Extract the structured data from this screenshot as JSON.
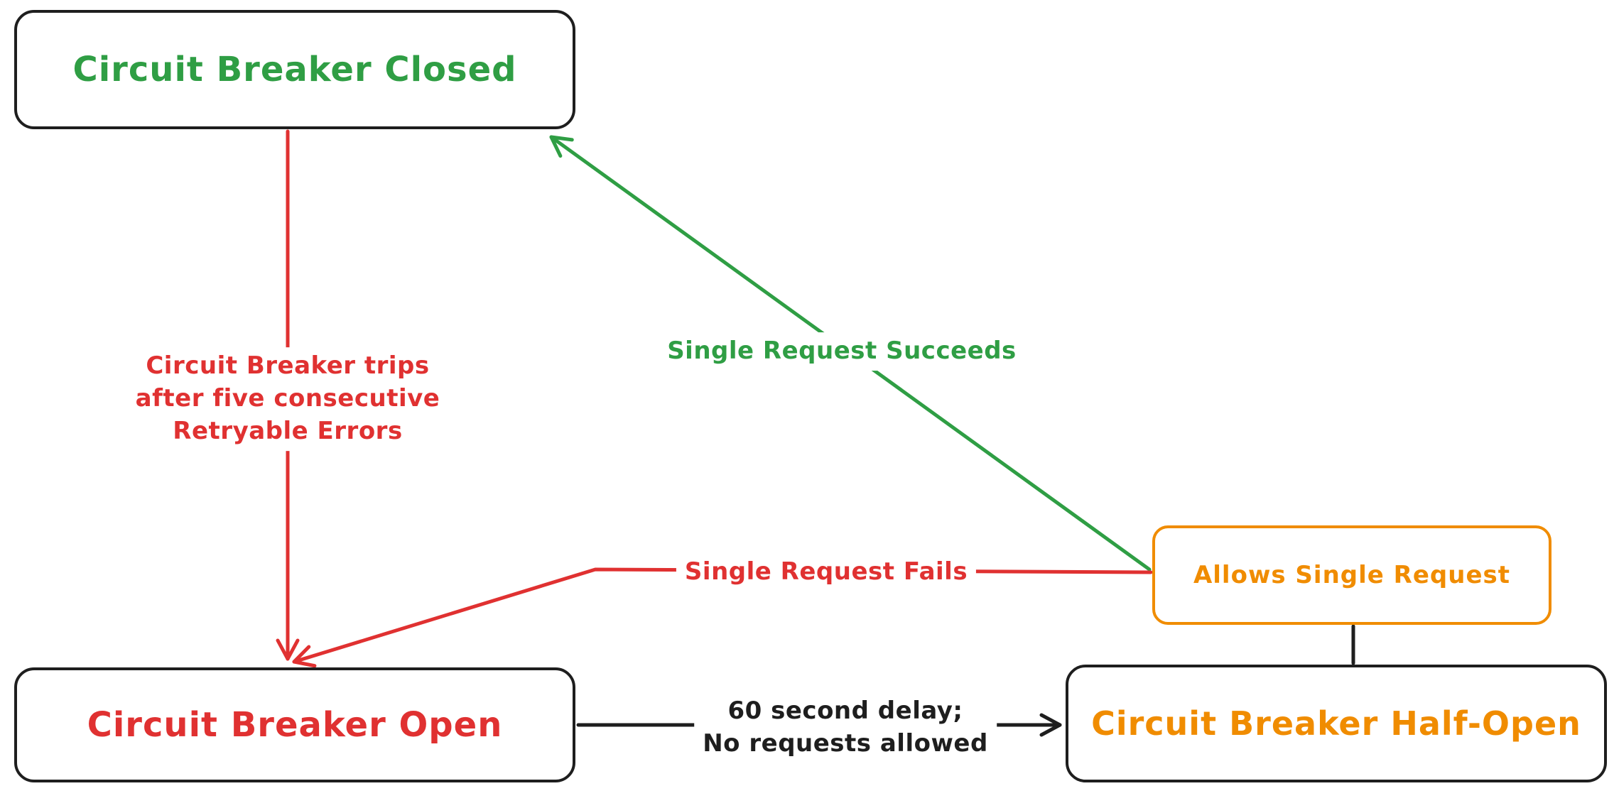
{
  "diagram": {
    "title": "Circuit Breaker state diagram",
    "colors": {
      "closed_state": "#2f9e44",
      "open_state": "#e03131",
      "half_open_state": "#f08c00",
      "neutral": "#1e1e1e",
      "canvas_background": "#ffffff"
    },
    "nodes": {
      "closed": {
        "label": "Circuit Breaker Closed"
      },
      "open": {
        "label": "Circuit Breaker Open"
      },
      "half_open": {
        "label": "Circuit Breaker Half-Open"
      },
      "allows": {
        "label": "Allows Single Request"
      }
    },
    "edges": {
      "trips": {
        "from": "closed",
        "to": "open",
        "label_line1": "Circuit Breaker trips",
        "label_line2": "after five consecutive",
        "label_line3": "Retryable Errors"
      },
      "succeeds": {
        "from": "allows",
        "to": "closed",
        "label": "Single Request Succeeds"
      },
      "fails": {
        "from": "allows",
        "to": "open",
        "label": "Single Request Fails"
      },
      "delay": {
        "from": "open",
        "to": "half_open",
        "label_line1": "60 second delay;",
        "label_line2": "No requests allowed"
      },
      "connector": {
        "from": "allows",
        "to": "half_open",
        "label": ""
      }
    }
  }
}
